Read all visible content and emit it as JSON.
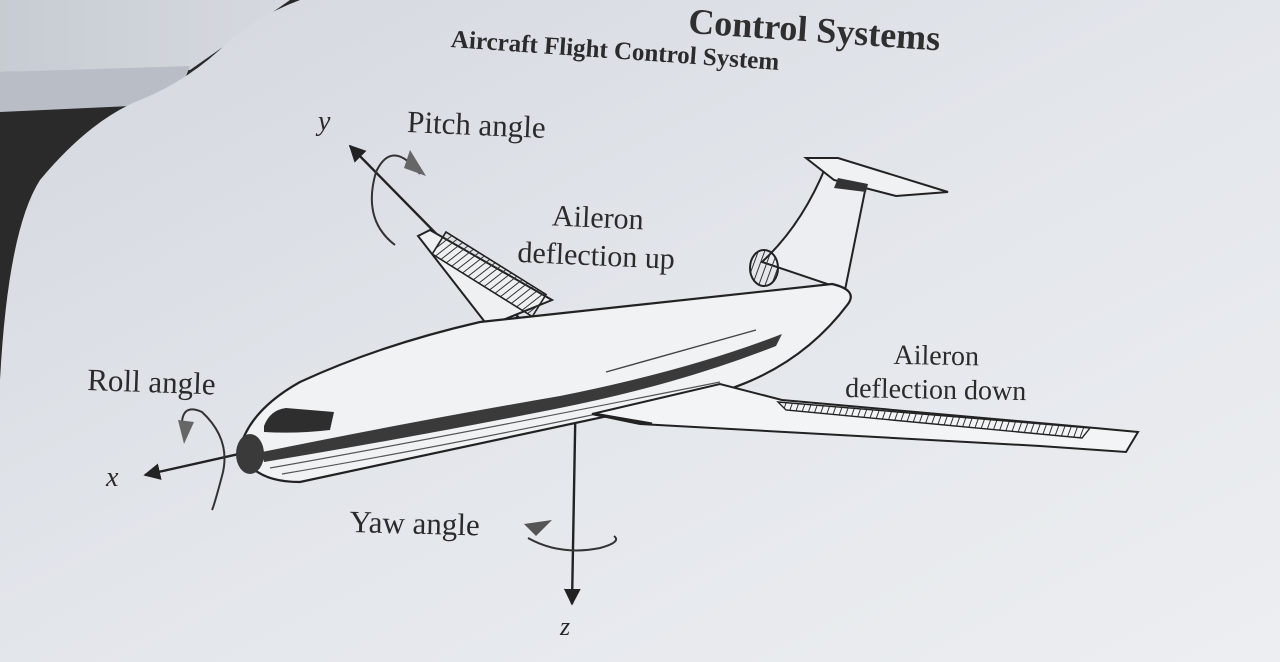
{
  "page_heading": "Control Systems",
  "diagram_title": "Aircraft Flight Control System",
  "axes": {
    "x": "x",
    "y": "y",
    "z": "z"
  },
  "labels": {
    "pitch_angle": "Pitch angle",
    "roll_angle": "Roll angle",
    "yaw_angle": "Yaw angle",
    "aileron_up_line1": "Aileron",
    "aileron_up_line2": "deflection up",
    "aileron_down_line1": "Aileron",
    "aileron_down_line2": "deflection down"
  }
}
